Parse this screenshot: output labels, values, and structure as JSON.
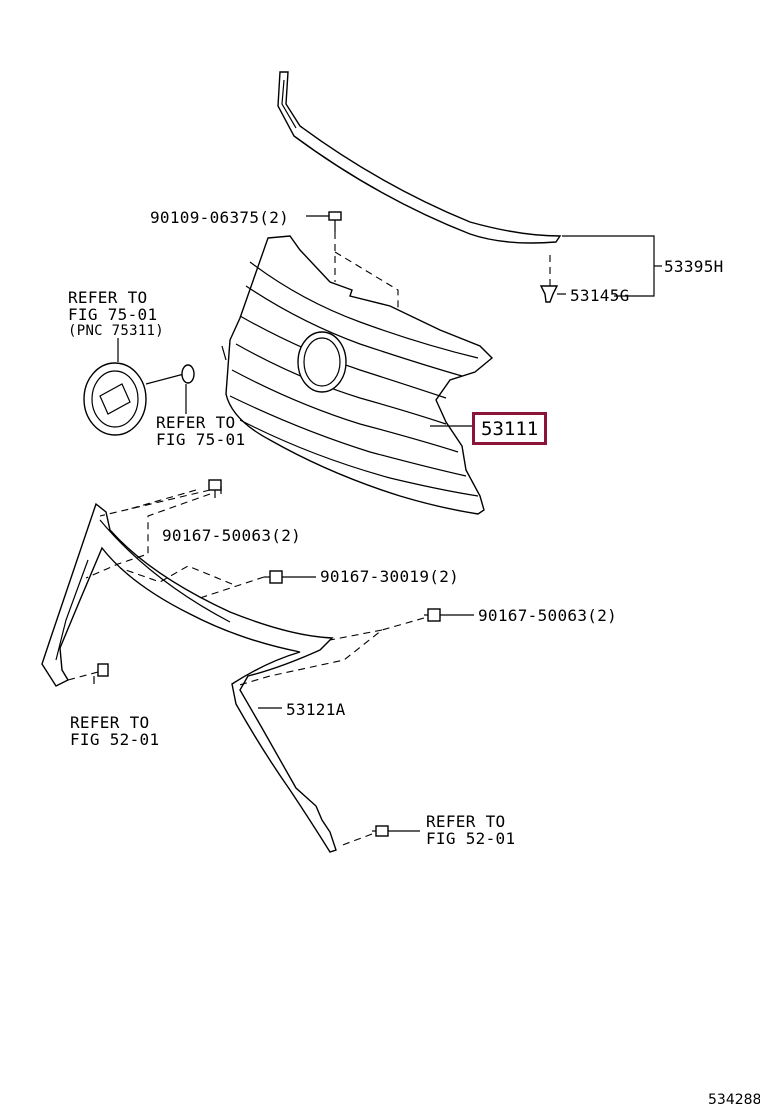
{
  "diagram": {
    "figure_id": "534288",
    "highlight_color": "#8a1538",
    "labels": {
      "bolt_top": "90109-06375(2)",
      "molding_top": "53395H",
      "clip_top": "53145G",
      "emblem_ref_1": "REFER TO",
      "emblem_ref_2": "FIG 75-01",
      "emblem_ref_3": "(PNC 75311)",
      "emblem_ref_b1": "REFER TO",
      "emblem_ref_b2": "FIG 75-01",
      "grille": "53111",
      "screw_a": "90167-50063(2)",
      "screw_b": "90167-30019(2)",
      "screw_c": "90167-50063(2)",
      "frame": "53121A",
      "bumper_ref_l1": "REFER TO",
      "bumper_ref_l2": "FIG 52-01",
      "bumper_ref_r1": "REFER TO",
      "bumper_ref_r2": "FIG 52-01"
    }
  }
}
